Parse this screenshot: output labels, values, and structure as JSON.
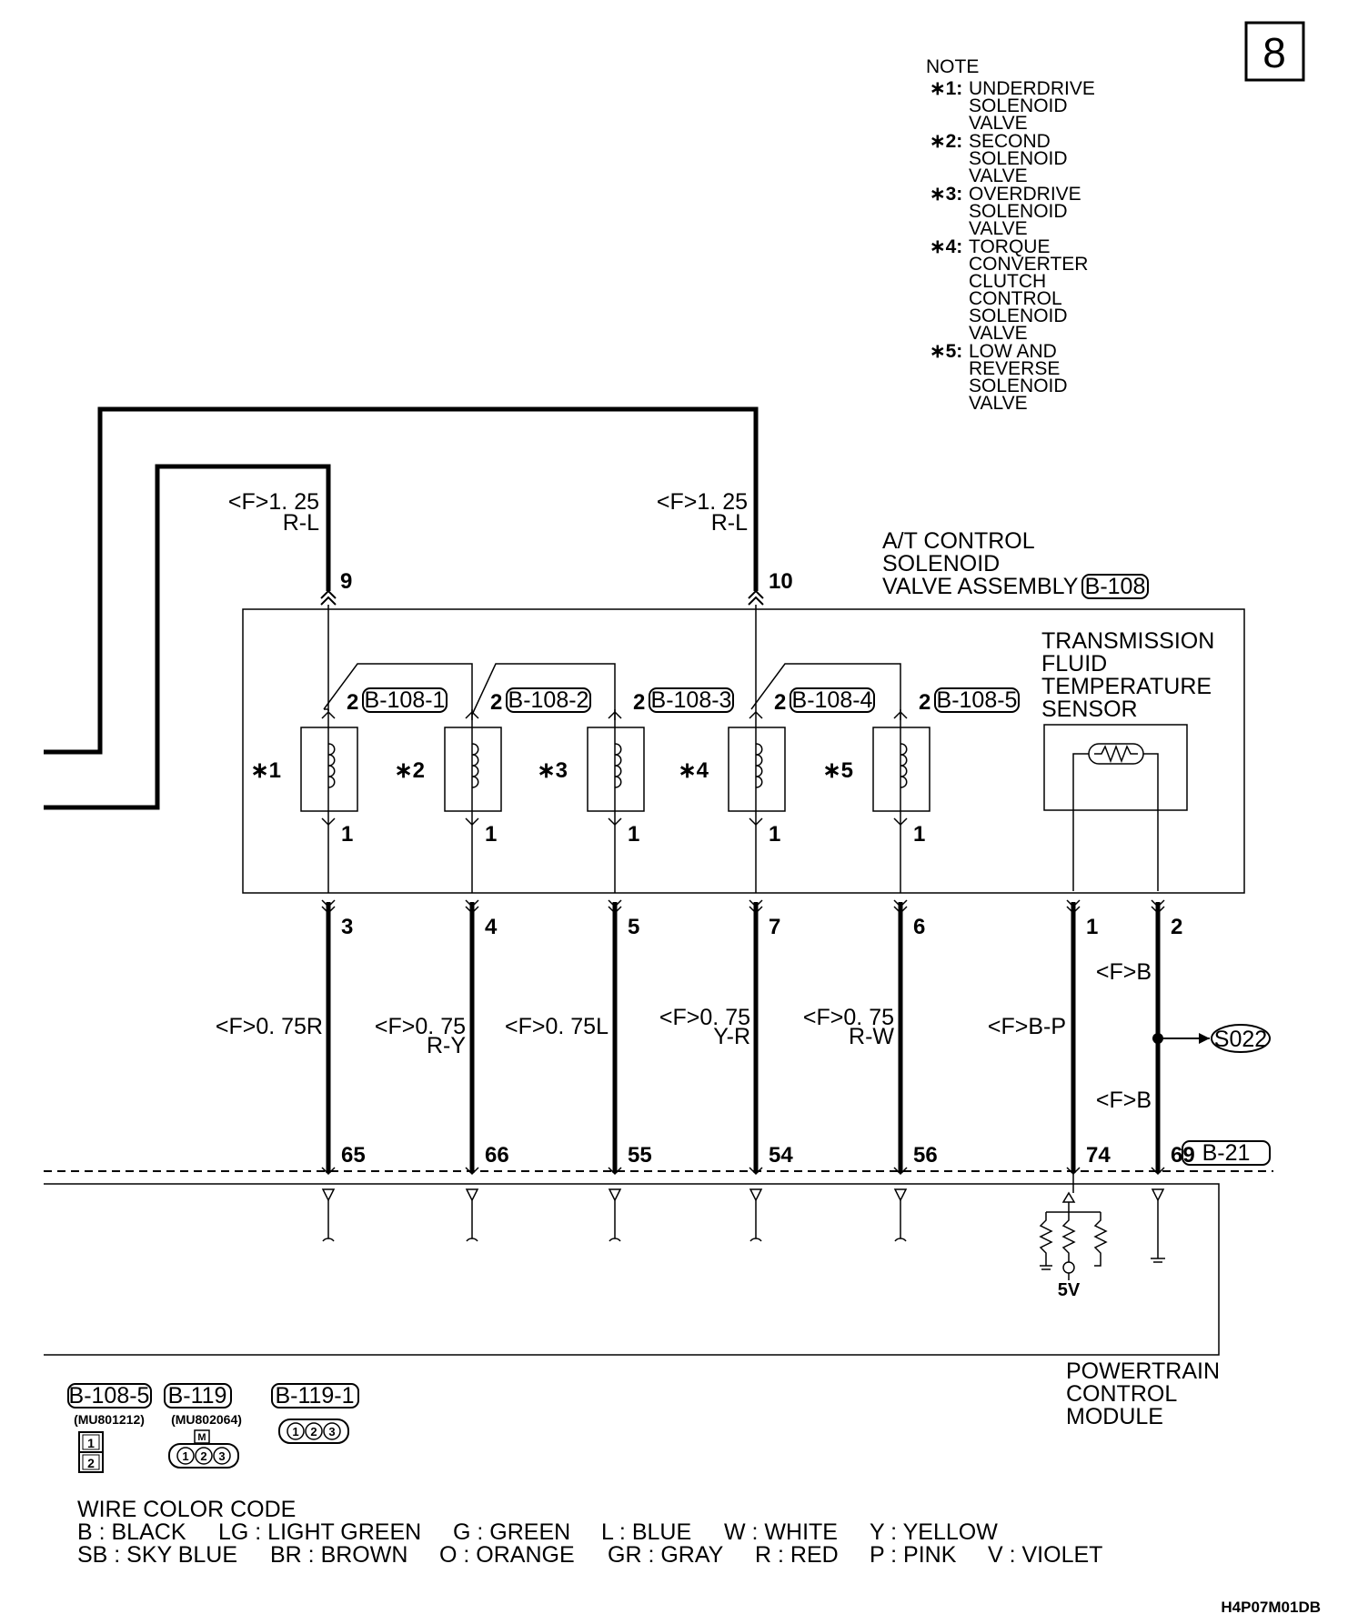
{
  "page_number": "8",
  "note": {
    "title": "NOTE",
    "items": [
      {
        "mark": "∗1:",
        "lines": [
          "UNDERDRIVE",
          "SOLENOID",
          "VALVE"
        ]
      },
      {
        "mark": "∗2:",
        "lines": [
          "SECOND",
          "SOLENOID",
          "VALVE"
        ]
      },
      {
        "mark": "∗3:",
        "lines": [
          "OVERDRIVE",
          "SOLENOID",
          "VALVE"
        ]
      },
      {
        "mark": "∗4:",
        "lines": [
          "TORQUE",
          "CONVERTER",
          "CLUTCH",
          "CONTROL",
          "SOLENOID",
          "VALVE"
        ]
      },
      {
        "mark": "∗5:",
        "lines": [
          "LOW AND",
          "REVERSE",
          "SOLENOID",
          "VALVE"
        ]
      }
    ]
  },
  "top_wires": [
    {
      "spec": "<F>1. 25",
      "color": "R-L",
      "pin": "9"
    },
    {
      "spec": "<F>1. 25",
      "color": "R-L",
      "pin": "10"
    }
  ],
  "assembly": {
    "title": [
      "A/T CONTROL",
      "SOLENOID",
      "VALVE ASSEMBLY"
    ],
    "connector": "B-108"
  },
  "solenoids": [
    {
      "mark": "∗1",
      "pin_top": "2",
      "connector": "B-108-1",
      "pin_bottom": "1"
    },
    {
      "mark": "∗2",
      "pin_top": "2",
      "connector": "B-108-2",
      "pin_bottom": "1"
    },
    {
      "mark": "∗3",
      "pin_top": "2",
      "connector": "B-108-3",
      "pin_bottom": "1"
    },
    {
      "mark": "∗4",
      "pin_top": "2",
      "connector": "B-108-4",
      "pin_bottom": "1"
    },
    {
      "mark": "∗5",
      "pin_top": "2",
      "connector": "B-108-5",
      "pin_bottom": "1"
    }
  ],
  "sensor_title": [
    "TRANSMISSION",
    "FLUID",
    "TEMPERATURE",
    "SENSOR"
  ],
  "lower_wires": [
    {
      "pin": "3",
      "spec": "<F>0. 75R",
      "spec2": "",
      "pcm_pin": "65"
    },
    {
      "pin": "4",
      "spec": "<F>0. 75",
      "spec2": "R-Y",
      "pcm_pin": "66"
    },
    {
      "pin": "5",
      "spec": "<F>0. 75L",
      "spec2": "",
      "pcm_pin": "55"
    },
    {
      "pin": "7",
      "spec": "<F>0. 75",
      "spec2": "Y-R",
      "pcm_pin": "54"
    },
    {
      "pin": "6",
      "spec": "<F>0. 75",
      "spec2": "R-W",
      "pcm_pin": "56"
    },
    {
      "pin": "1",
      "spec": "<F>B-P",
      "spec2": "",
      "pcm_pin": "74"
    },
    {
      "pin": "2",
      "spec": "<F>B",
      "spec2": "<F>B",
      "pcm_pin": "69"
    }
  ],
  "splice": "S022",
  "pcm_connector": "B-21",
  "voltage": "5V",
  "pcm_title": [
    "POWERTRAIN",
    "CONTROL",
    "MODULE"
  ],
  "connector_legend": [
    {
      "name": "B-108-5",
      "part": "(MU801212)",
      "pins": [
        "1",
        "2"
      ]
    },
    {
      "name": "B-119",
      "part": "(MU802064)",
      "pins": [
        "M",
        "1",
        "2",
        "3"
      ]
    },
    {
      "name": "B-119-1",
      "part": "",
      "pins": [
        "1",
        "2",
        "3"
      ]
    }
  ],
  "wire_color_code": {
    "title": "WIRE COLOR CODE",
    "row1": [
      "B : BLACK",
      "LG : LIGHT GREEN",
      "G : GREEN",
      "L : BLUE",
      "W : WHITE",
      "Y : YELLOW"
    ],
    "row2": [
      "SB : SKY BLUE",
      "BR : BROWN",
      "O : ORANGE",
      "GR : GRAY",
      "R : RED",
      "P : PINK",
      "V : VIOLET"
    ]
  },
  "figure_code": "H4P07M01DB"
}
